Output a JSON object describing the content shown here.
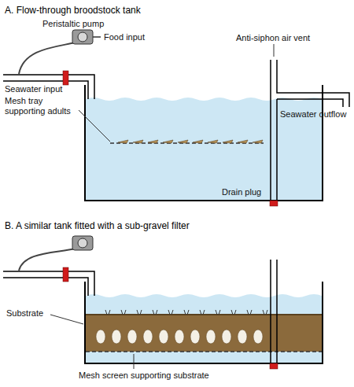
{
  "diagram": {
    "labels": [
      "A. Flow-through broodstock tank",
      "Peristaltic pump",
      "Food input",
      "Seawater input",
      "Mesh tray supporting adults",
      "Anti-siphon air vent",
      "Seawater outflow",
      "Drain plug",
      "B. A similar tank fitted with a sub-gravel filter",
      "Substrate",
      "Mesh screen supporting substrate"
    ]
  }
}
